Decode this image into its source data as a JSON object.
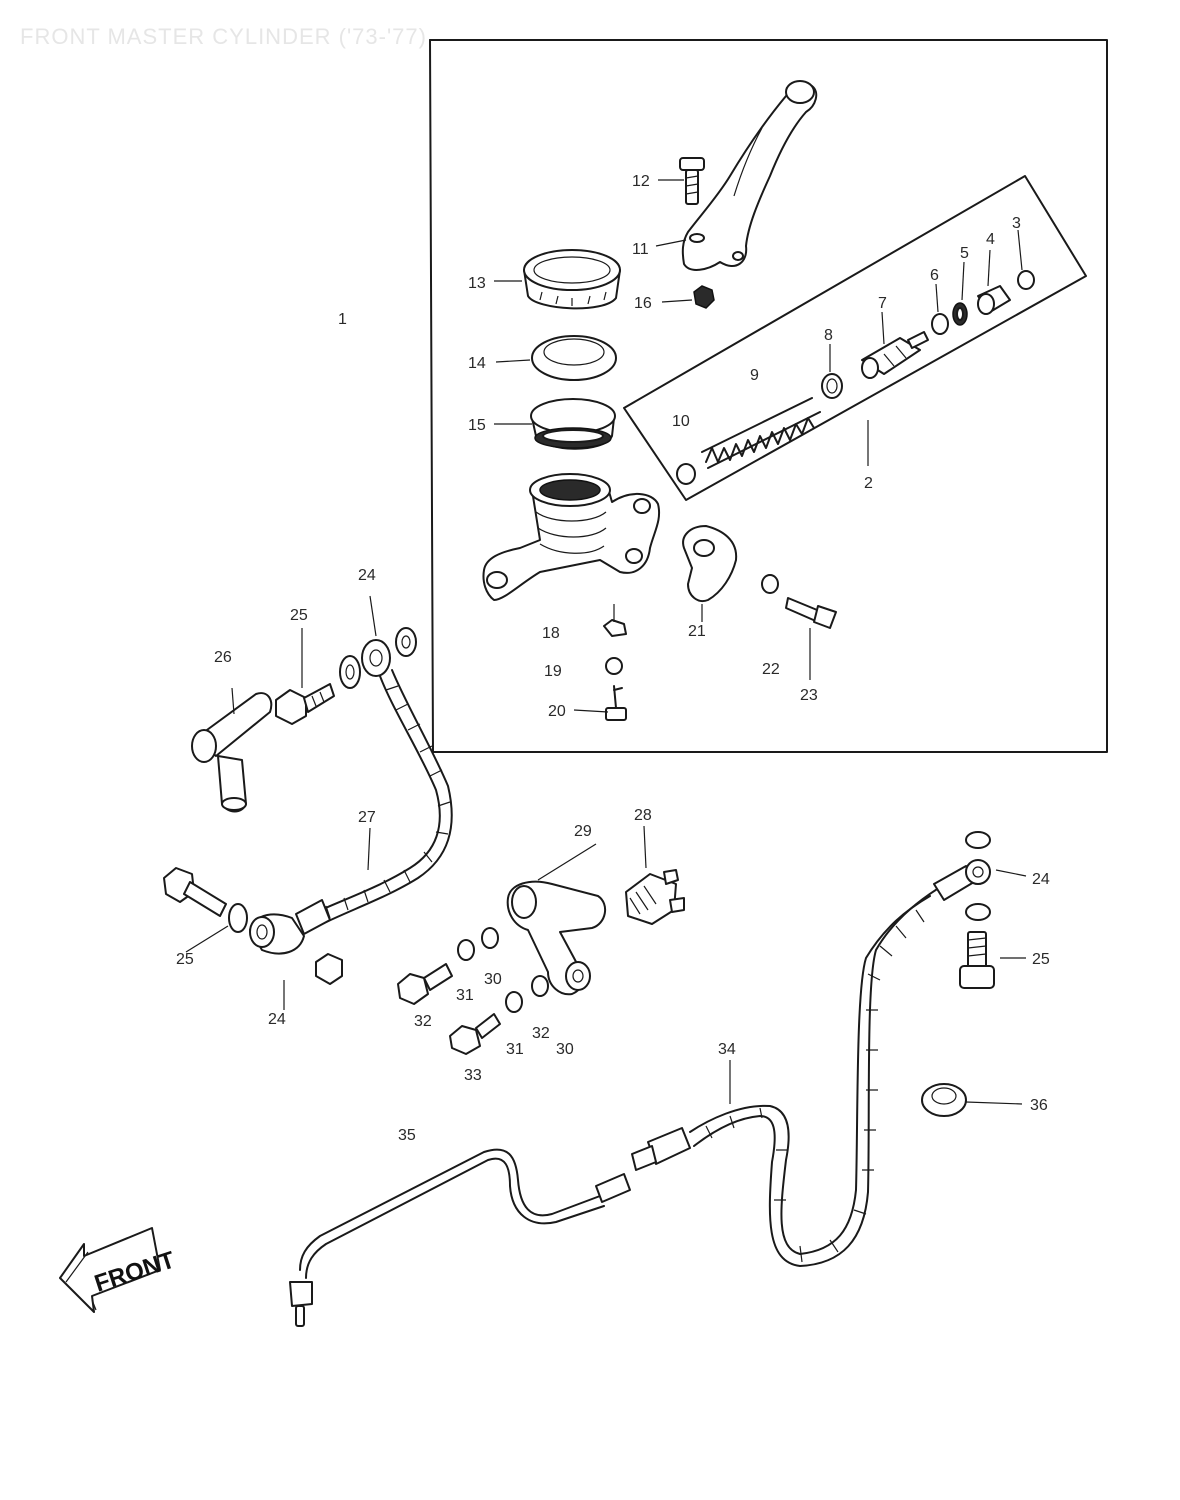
{
  "title": "FRONT MASTER CYLINDER ('73-'77)",
  "front_label": "FRONT",
  "callouts": [
    {
      "id": "c1",
      "text": "1"
    },
    {
      "id": "c2",
      "text": "2"
    },
    {
      "id": "c3",
      "text": "3"
    },
    {
      "id": "c4",
      "text": "4"
    },
    {
      "id": "c5",
      "text": "5"
    },
    {
      "id": "c6",
      "text": "6"
    },
    {
      "id": "c7",
      "text": "7"
    },
    {
      "id": "c8",
      "text": "8"
    },
    {
      "id": "c9",
      "text": "9"
    },
    {
      "id": "c10",
      "text": "10"
    },
    {
      "id": "c11",
      "text": "11"
    },
    {
      "id": "c12",
      "text": "12"
    },
    {
      "id": "c13",
      "text": "13"
    },
    {
      "id": "c14",
      "text": "14"
    },
    {
      "id": "c15",
      "text": "15"
    },
    {
      "id": "c16",
      "text": "16"
    },
    {
      "id": "c18",
      "text": "18"
    },
    {
      "id": "c19",
      "text": "19"
    },
    {
      "id": "c20",
      "text": "20"
    },
    {
      "id": "c21",
      "text": "21"
    },
    {
      "id": "c22",
      "text": "22"
    },
    {
      "id": "c23",
      "text": "23"
    },
    {
      "id": "c24a",
      "text": "24"
    },
    {
      "id": "c25a",
      "text": "25"
    },
    {
      "id": "c26",
      "text": "26"
    },
    {
      "id": "c27",
      "text": "27"
    },
    {
      "id": "c28",
      "text": "28"
    },
    {
      "id": "c29",
      "text": "29"
    },
    {
      "id": "c25b",
      "text": "25"
    },
    {
      "id": "c24b",
      "text": "24"
    },
    {
      "id": "c30a",
      "text": "30"
    },
    {
      "id": "c31a",
      "text": "31"
    },
    {
      "id": "c32a",
      "text": "32"
    },
    {
      "id": "c32b",
      "text": "32"
    },
    {
      "id": "c31b",
      "text": "31"
    },
    {
      "id": "c30b",
      "text": "30"
    },
    {
      "id": "c33",
      "text": "33"
    },
    {
      "id": "c34",
      "text": "34"
    },
    {
      "id": "c35",
      "text": "35"
    },
    {
      "id": "c24c",
      "text": "24"
    },
    {
      "id": "c25c",
      "text": "25"
    },
    {
      "id": "c36",
      "text": "36"
    }
  ]
}
